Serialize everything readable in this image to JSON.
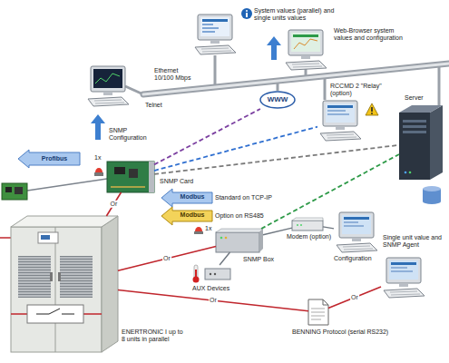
{
  "diagram": {
    "nodes": [
      {
        "text": [
          "System values (parallel) and single units values"
        ]
      },
      {
        "text": [
          "SNMP Configuration"
        ]
      },
      {
        "text": [
          "Web-Browser system values and configuration"
        ]
      },
      {
        "text": [
          "WWW"
        ]
      },
      {
        "text": [
          "RCCMD 2 \"Relay\" (option)"
        ]
      },
      {
        "text": [
          "Server"
        ]
      },
      {
        "text": [
          "SNMP Card"
        ]
      },
      {
        "text": [
          "Modem (option)"
        ]
      },
      {
        "text": [
          "Configuration"
        ]
      },
      {
        "text": [
          "SNMP Box"
        ]
      },
      {
        "text": [
          "AUX Devices"
        ]
      },
      {
        "text": [
          "Single unit value and SNMP Agent"
        ]
      },
      {
        "text": [
          "BENNING Protocol (serial RS232)"
        ]
      },
      {
        "text": [
          "ENERTRONIC I up to 8 units in parallel"
        ]
      }
    ],
    "edges": [
      {
        "from": 13,
        "to": 6,
        "arrow": "none",
        "label": "Or"
      },
      {
        "from": 13,
        "to": 9,
        "arrow": "none",
        "label": "Or"
      },
      {
        "from": 13,
        "to": 12,
        "arrow": "none",
        "label": "Or"
      },
      {
        "from": 12,
        "to": 11,
        "arrow": "none",
        "label": "Or"
      },
      {
        "from": 6,
        "to": 3,
        "arrow": "none"
      },
      {
        "from": 6,
        "to": 4,
        "arrow": "none"
      },
      {
        "from": 6,
        "to": 5,
        "arrow": "none"
      },
      {
        "from": 9,
        "to": 5,
        "arrow": "none"
      },
      {
        "from": 9,
        "to": 7,
        "arrow": "none"
      },
      {
        "from": 7,
        "to": 8,
        "arrow": "none"
      },
      {
        "from": 9,
        "to": 10,
        "arrow": "none"
      }
    ],
    "labels": [
      "Telnet",
      "Ethernet 10/100 Mbps",
      "Profibus",
      "Modbus",
      "Standard on TCP-IP",
      "Modbus",
      "Option on RS485",
      "1x",
      "1x"
    ]
  }
}
